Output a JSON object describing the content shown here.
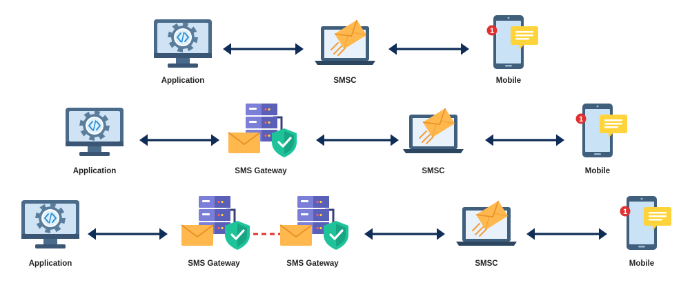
{
  "colors": {
    "arrow": "#0f2d57",
    "monitor_frame": "#4a6b8a",
    "monitor_screen": "#cfe3f4",
    "gear": "#5a7d9c",
    "code_symbol": "#2a8fd6",
    "envelope": "#ffb84d",
    "laptop": "#3f5f7d",
    "server": "#7b7fd8",
    "shield": "#1ec39a",
    "phone_screen": "#c9e2f6",
    "chat_bubble": "#ffd43b",
    "notification": "#e03131",
    "dashed_link": "#e03131"
  },
  "rows": [
    {
      "nodes": [
        {
          "type": "application",
          "label": "Application",
          "icon": "monitor-gear-code-icon"
        },
        {
          "type": "smsc",
          "label": "SMSC",
          "icon": "laptop-envelope-icon"
        },
        {
          "type": "mobile",
          "label": "Mobile",
          "icon": "phone-chat-notification-icon"
        }
      ],
      "links": [
        "bidirectional",
        "bidirectional"
      ]
    },
    {
      "nodes": [
        {
          "type": "application",
          "label": "Application",
          "icon": "monitor-gear-code-icon"
        },
        {
          "type": "gateway",
          "label": "SMS Gateway",
          "icon": "server-shield-envelope-icon"
        },
        {
          "type": "smsc",
          "label": "SMSC",
          "icon": "laptop-envelope-icon"
        },
        {
          "type": "mobile",
          "label": "Mobile",
          "icon": "phone-chat-notification-icon"
        }
      ],
      "links": [
        "bidirectional",
        "bidirectional",
        "bidirectional"
      ]
    },
    {
      "nodes": [
        {
          "type": "application",
          "label": "Application",
          "icon": "monitor-gear-code-icon"
        },
        {
          "type": "gateway",
          "label": "SMS Gateway",
          "icon": "server-shield-envelope-icon"
        },
        {
          "type": "gateway",
          "label": "SMS Gateway",
          "icon": "server-shield-envelope-icon"
        },
        {
          "type": "smsc",
          "label": "SMSC",
          "icon": "laptop-envelope-icon"
        },
        {
          "type": "mobile",
          "label": "Mobile",
          "icon": "phone-chat-notification-icon"
        }
      ],
      "links": [
        "bidirectional",
        "dashed",
        "bidirectional",
        "bidirectional"
      ]
    }
  ],
  "notification_badge": "1"
}
